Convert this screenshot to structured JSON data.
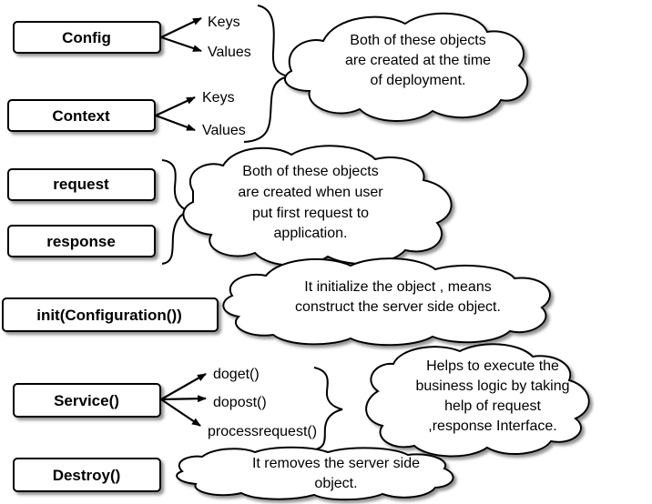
{
  "diagram": {
    "boxes": {
      "config": "Config",
      "context": "Context",
      "request": "request",
      "response": "response",
      "init": "init(Configuration())",
      "service": "Service()",
      "destroy": "Destroy()"
    },
    "branches": {
      "config_keys": "Keys",
      "config_values": "Values",
      "context_keys": "Keys",
      "context_values": "Values",
      "doget": "doget()",
      "dopost": "dopost()",
      "processrequest": "processrequest()"
    },
    "clouds": {
      "deployment": [
        "Both of these  objects",
        "are created at the time",
        "of deployment."
      ],
      "first_request": [
        "Both of these  objects",
        "are created when user",
        "put first request to",
        "application."
      ],
      "init": [
        "It initialize  the object , means",
        "construct the server side  object."
      ],
      "service": [
        "Helps to execute the",
        "business logic by taking",
        "help of request",
        ",response Interface."
      ],
      "destroy": [
        "It removes the server side",
        "object."
      ]
    }
  }
}
